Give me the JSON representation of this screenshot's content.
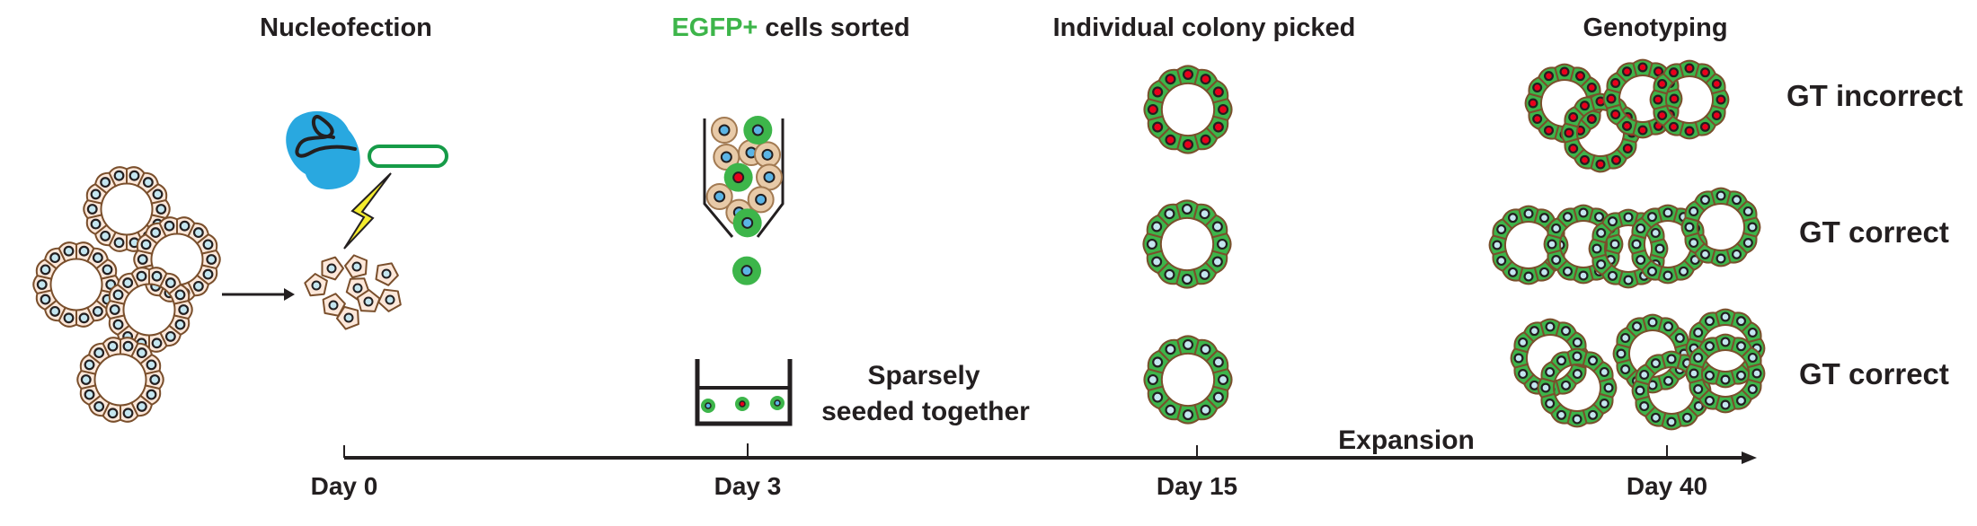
{
  "titles": {
    "nucleofection": "Nucleofection",
    "sorted_highlight": "EGFP+",
    "sorted_rest": "cells sorted",
    "colony": "Individual colony picked",
    "genotyping": "Genotyping"
  },
  "timeline": {
    "days": [
      "Day 0",
      "Day 3",
      "Day 15",
      "Day 40"
    ],
    "expansion": "Expansion"
  },
  "seeding": {
    "line1": "Sparsely",
    "line2": "seeded together"
  },
  "genotype_results": [
    "GT incorrect",
    "GT correct",
    "GT correct"
  ],
  "colors": {
    "egfp_green": "#3db54a",
    "cell_tan": "#fde8da",
    "cell_outline": "#7a4f2c",
    "nucleus_blue": "#c4e6f0",
    "nucleus_red": "#e8001c",
    "rnp_blue": "#29a8e0",
    "bolt_yellow": "#f4ec2e",
    "plasmid_green": "#169b48"
  }
}
